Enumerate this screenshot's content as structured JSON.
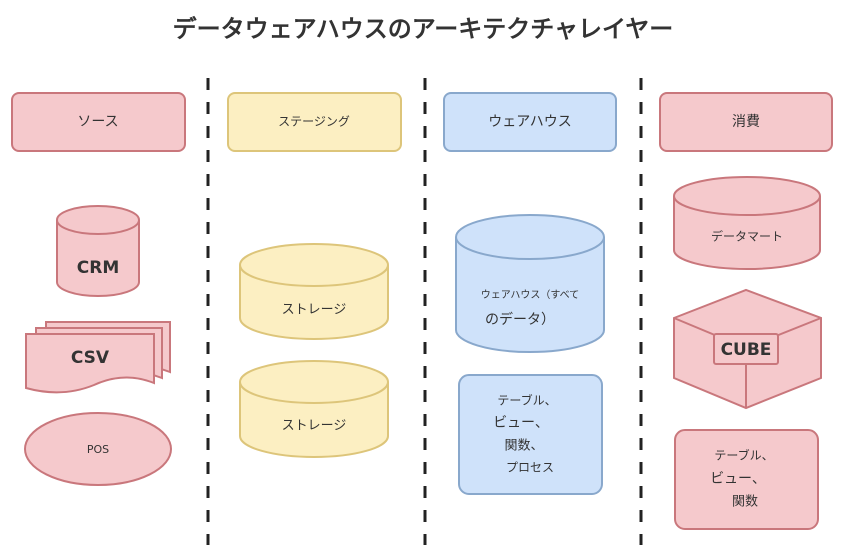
{
  "title": "データウェアハウスのアーキテクチャレイヤー",
  "colors": {
    "source": "#f5c9cc",
    "staging": "#fcefc2",
    "warehouse": "#cfe2fa",
    "consumption": "#f5c9cc"
  },
  "columns": {
    "source": {
      "header": "ソース",
      "items": [
        "CRM",
        "CSV",
        "POS"
      ]
    },
    "staging": {
      "header": "ステージング",
      "items": [
        "ストレージ",
        "ストレージ"
      ]
    },
    "warehouse": {
      "header": "ウェアハウス",
      "store_line1": "ウェアハウス（すべて",
      "store_line2": "のデータ）",
      "objects_lines": [
        "テーブル、",
        "ビュー、",
        "関数、",
        "プロセス"
      ]
    },
    "consumption": {
      "header": "消費",
      "mart": "データマート",
      "cube": "CUBE",
      "objects_lines": [
        "テーブル、",
        "ビュー、",
        "関数"
      ]
    }
  }
}
